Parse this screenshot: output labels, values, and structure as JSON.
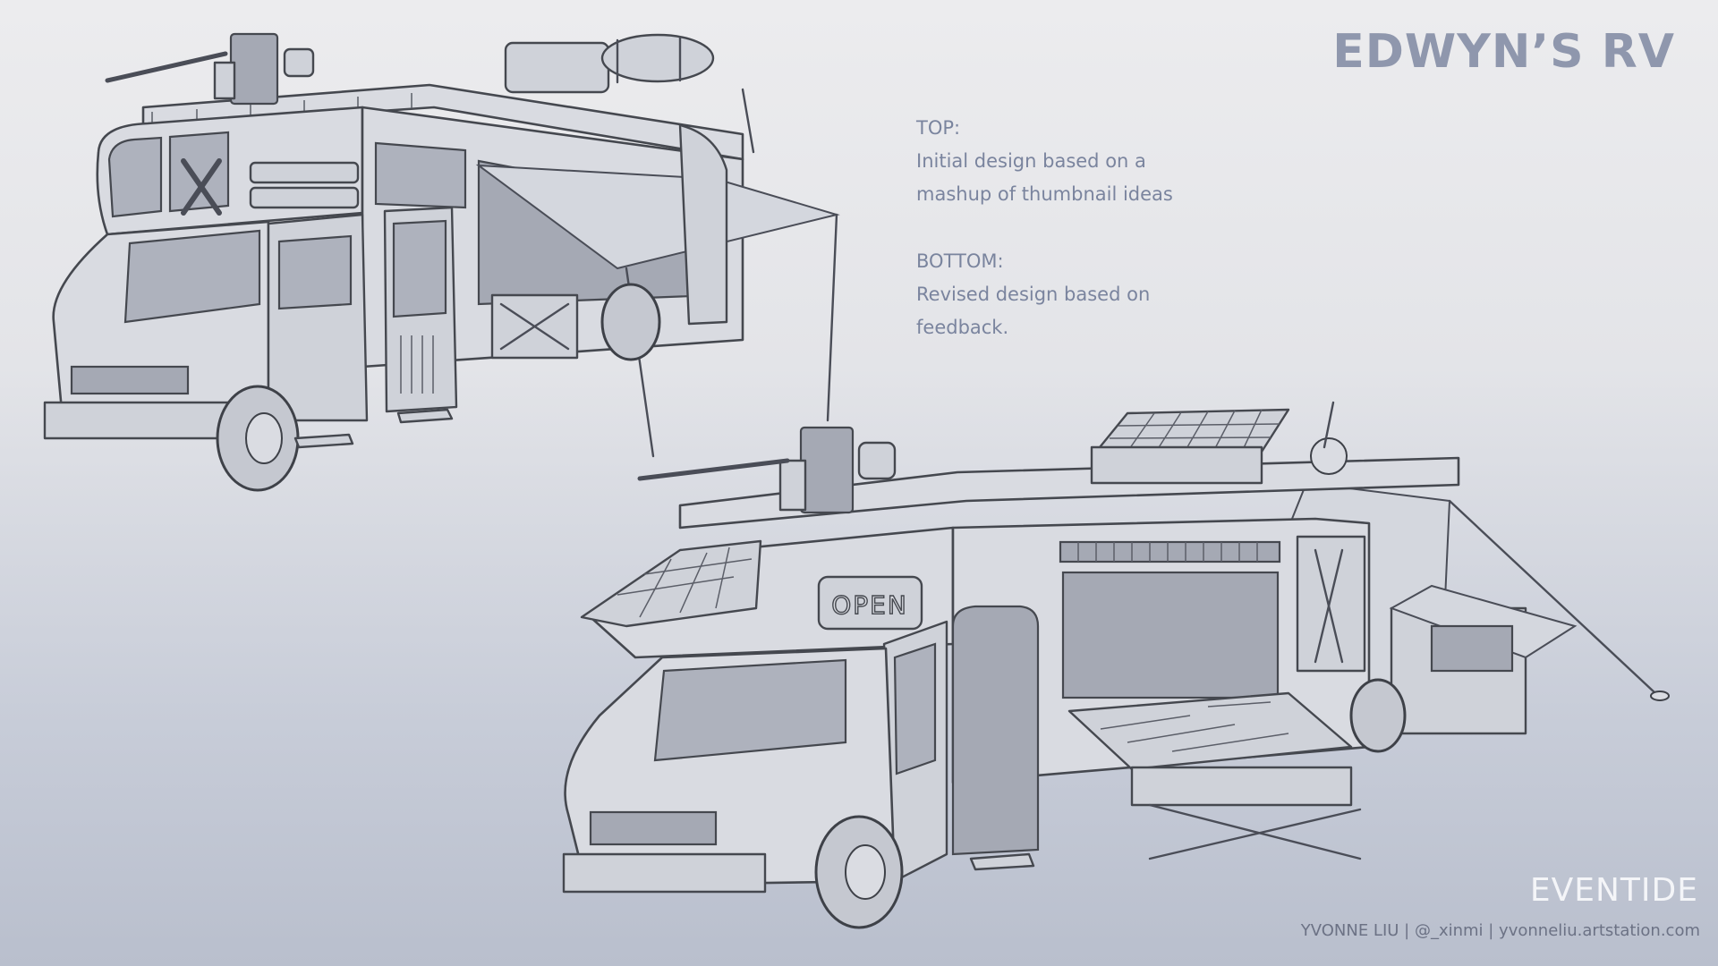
{
  "title": "EDWYN’S RV",
  "notes": {
    "top_heading": "TOP:",
    "top_line1": "Initial design based on a",
    "top_line2": "mashup of thumbnail ideas",
    "bottom_heading": "BOTTOM:",
    "bottom_line1": "Revised design based on",
    "bottom_line2": "feedback."
  },
  "sign_text": "OPEN",
  "footer": {
    "brand": "EVENTIDE",
    "credit": "YVONNE LIU | @_xinmi | yvonneliu.artstation.com"
  },
  "colors": {
    "title": "#8f97ad",
    "notes": "#7a849e",
    "brand": "#f4f5f8",
    "credit": "#6c7285",
    "line": "#45484f"
  }
}
